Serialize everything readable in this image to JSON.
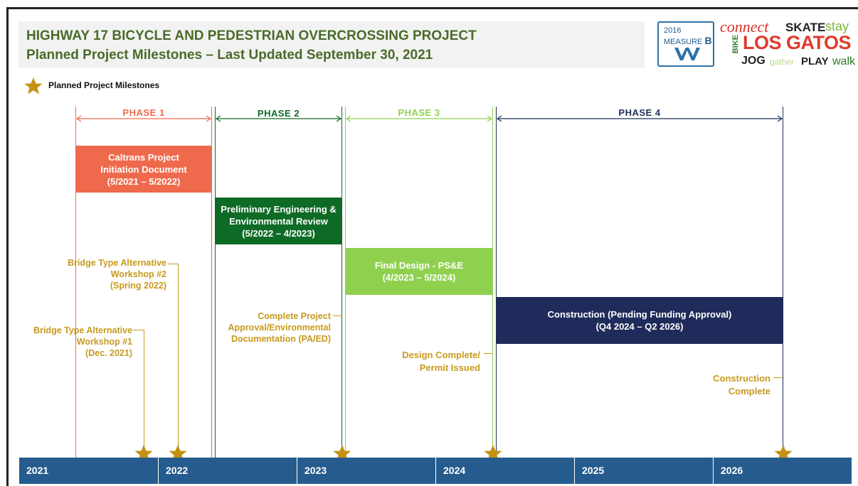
{
  "header": {
    "title_line1": "HIGHWAY 17 BICYCLE AND PEDESTRIAN OVERCROSSING PROJECT",
    "title_line2": "Planned Project Milestones – Last Updated September 30, 2021"
  },
  "logos": {
    "measure_b": {
      "year": "2016",
      "word": "MEASURE",
      "letter": "B",
      "color": "#1f5c93"
    },
    "los_gatos": {
      "connect": "connect",
      "skate": "SKATE",
      "stay": "stay",
      "bike": "BIKE",
      "los_gatos": "LOS GATOS",
      "jog": "JOG",
      "gather": "gather",
      "play": "PLAY",
      "walk": "walk"
    }
  },
  "legend": {
    "label": "Planned Project Milestones",
    "star_color": "#c39212"
  },
  "phases": [
    {
      "label": "PHASE 1",
      "color": "#ef6a4c"
    },
    {
      "label": "PHASE 2",
      "color": "#0e6b26"
    },
    {
      "label": "PHASE 3",
      "color": "#8fd14f"
    },
    {
      "label": "PHASE 4",
      "color": "#1f3159"
    }
  ],
  "activities": [
    {
      "text": "Caltrans Project\nInitiation Document\n(5/2021 – 5/2022)",
      "color": "#ef6a4c"
    },
    {
      "text": "Preliminary Engineering &\nEnvironmental Review\n(5/2022 – 4/2023)",
      "color": "#0e6b26"
    },
    {
      "text": "Final Design - PS&E\n(4/2023 – 5/2024)",
      "color": "#8fd14f"
    },
    {
      "text": "Construction (Pending Funding Approval)\n(Q4 2024 – Q2 2026)",
      "color": "#1f2b5a"
    }
  ],
  "milestones": [
    {
      "text": "Bridge Type Alternative\nWorkshop #1\n(Dec. 2021)"
    },
    {
      "text": "Bridge Type Alternative\nWorkshop #2\n(Spring 2022)"
    },
    {
      "text": "Complete Project\nApproval/Environmental\nDocumentation (PA/ED)"
    },
    {
      "text": "Design Complete/\nPermit Issued"
    },
    {
      "text": "Construction\nComplete"
    }
  ],
  "milestone_color": "#c79a1e",
  "timeline": {
    "color": "#265c8d",
    "years": [
      "2021",
      "2022",
      "2023",
      "2024",
      "2025",
      "2026"
    ]
  }
}
